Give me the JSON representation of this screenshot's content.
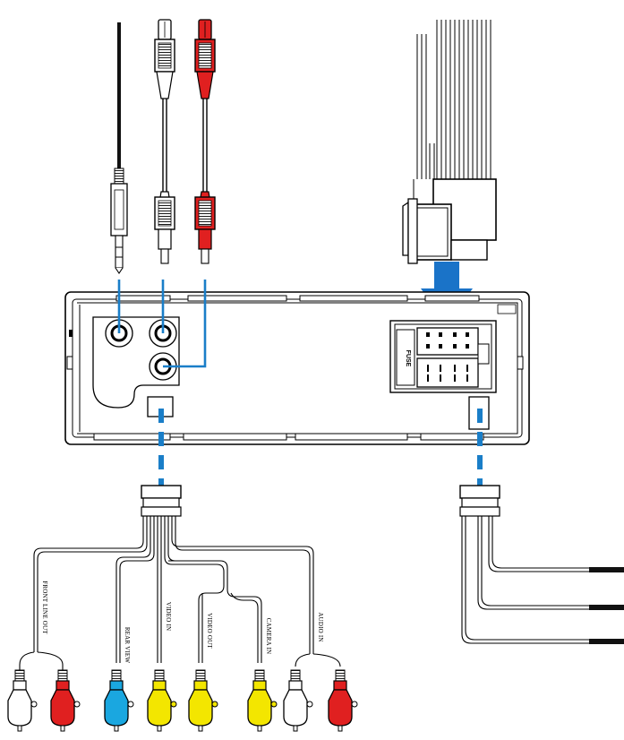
{
  "unit": {
    "fuse_label": "FUSE"
  },
  "harness": {
    "labels": {
      "front_line_out": "FRONT LINE OUT",
      "rear_view": "REAR VIEW",
      "video_in": "VIDEO IN",
      "video_out": "VIDEO OUT",
      "camera_in": "CAMERA IN",
      "audio_in": "AUDIO IN"
    }
  },
  "colors": {
    "rca_red": "#e02020",
    "rca_white": "#ffffff",
    "rca_blue": "#1aa7e0",
    "rca_yellow": "#f3e600",
    "guide_blue": "#1a7ec8",
    "arrow_blue": "#1a73c8",
    "wire_black": "#111111"
  },
  "plugs": [
    {
      "name": "front-line-out-left",
      "color": "white"
    },
    {
      "name": "front-line-out-right",
      "color": "red"
    },
    {
      "name": "rear-view",
      "color": "blue"
    },
    {
      "name": "video-in",
      "color": "yellow"
    },
    {
      "name": "video-out",
      "color": "yellow"
    },
    {
      "name": "camera-in",
      "color": "yellow"
    },
    {
      "name": "audio-in-left",
      "color": "white"
    },
    {
      "name": "audio-in-right",
      "color": "red"
    }
  ]
}
